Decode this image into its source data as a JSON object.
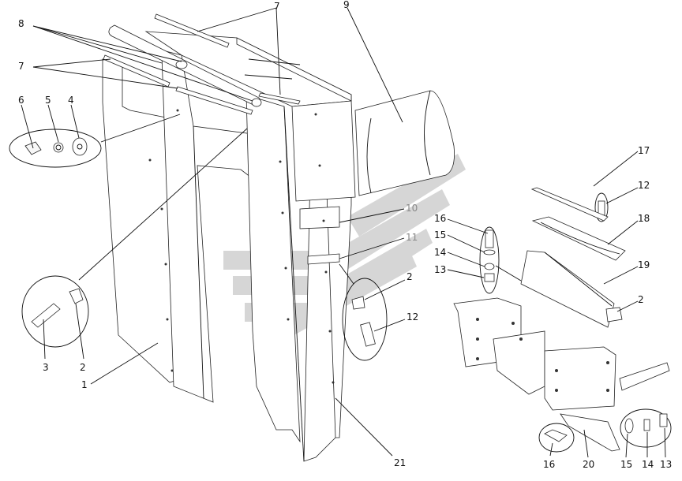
{
  "labels": {
    "l1": "1",
    "l2a": "2",
    "l2b": "2",
    "l2c": "2",
    "l3": "3",
    "l4": "4",
    "l5": "5",
    "l6": "6",
    "l7a": "7",
    "l7b": "7",
    "l8": "8",
    "l9": "9",
    "l10": "10",
    "l11": "11",
    "l12a": "12",
    "l12b": "12",
    "l13a": "13",
    "l13b": "13",
    "l14a": "14",
    "l14b": "14",
    "l15a": "15",
    "l15b": "15",
    "l16a": "16",
    "l16b": "16",
    "l17": "17",
    "l18": "18",
    "l19": "19",
    "l20": "20",
    "l21": "21"
  },
  "colors": {
    "line": "#111111",
    "watermark": "#c9c9c9",
    "grey_label": "#8a8a8a"
  }
}
